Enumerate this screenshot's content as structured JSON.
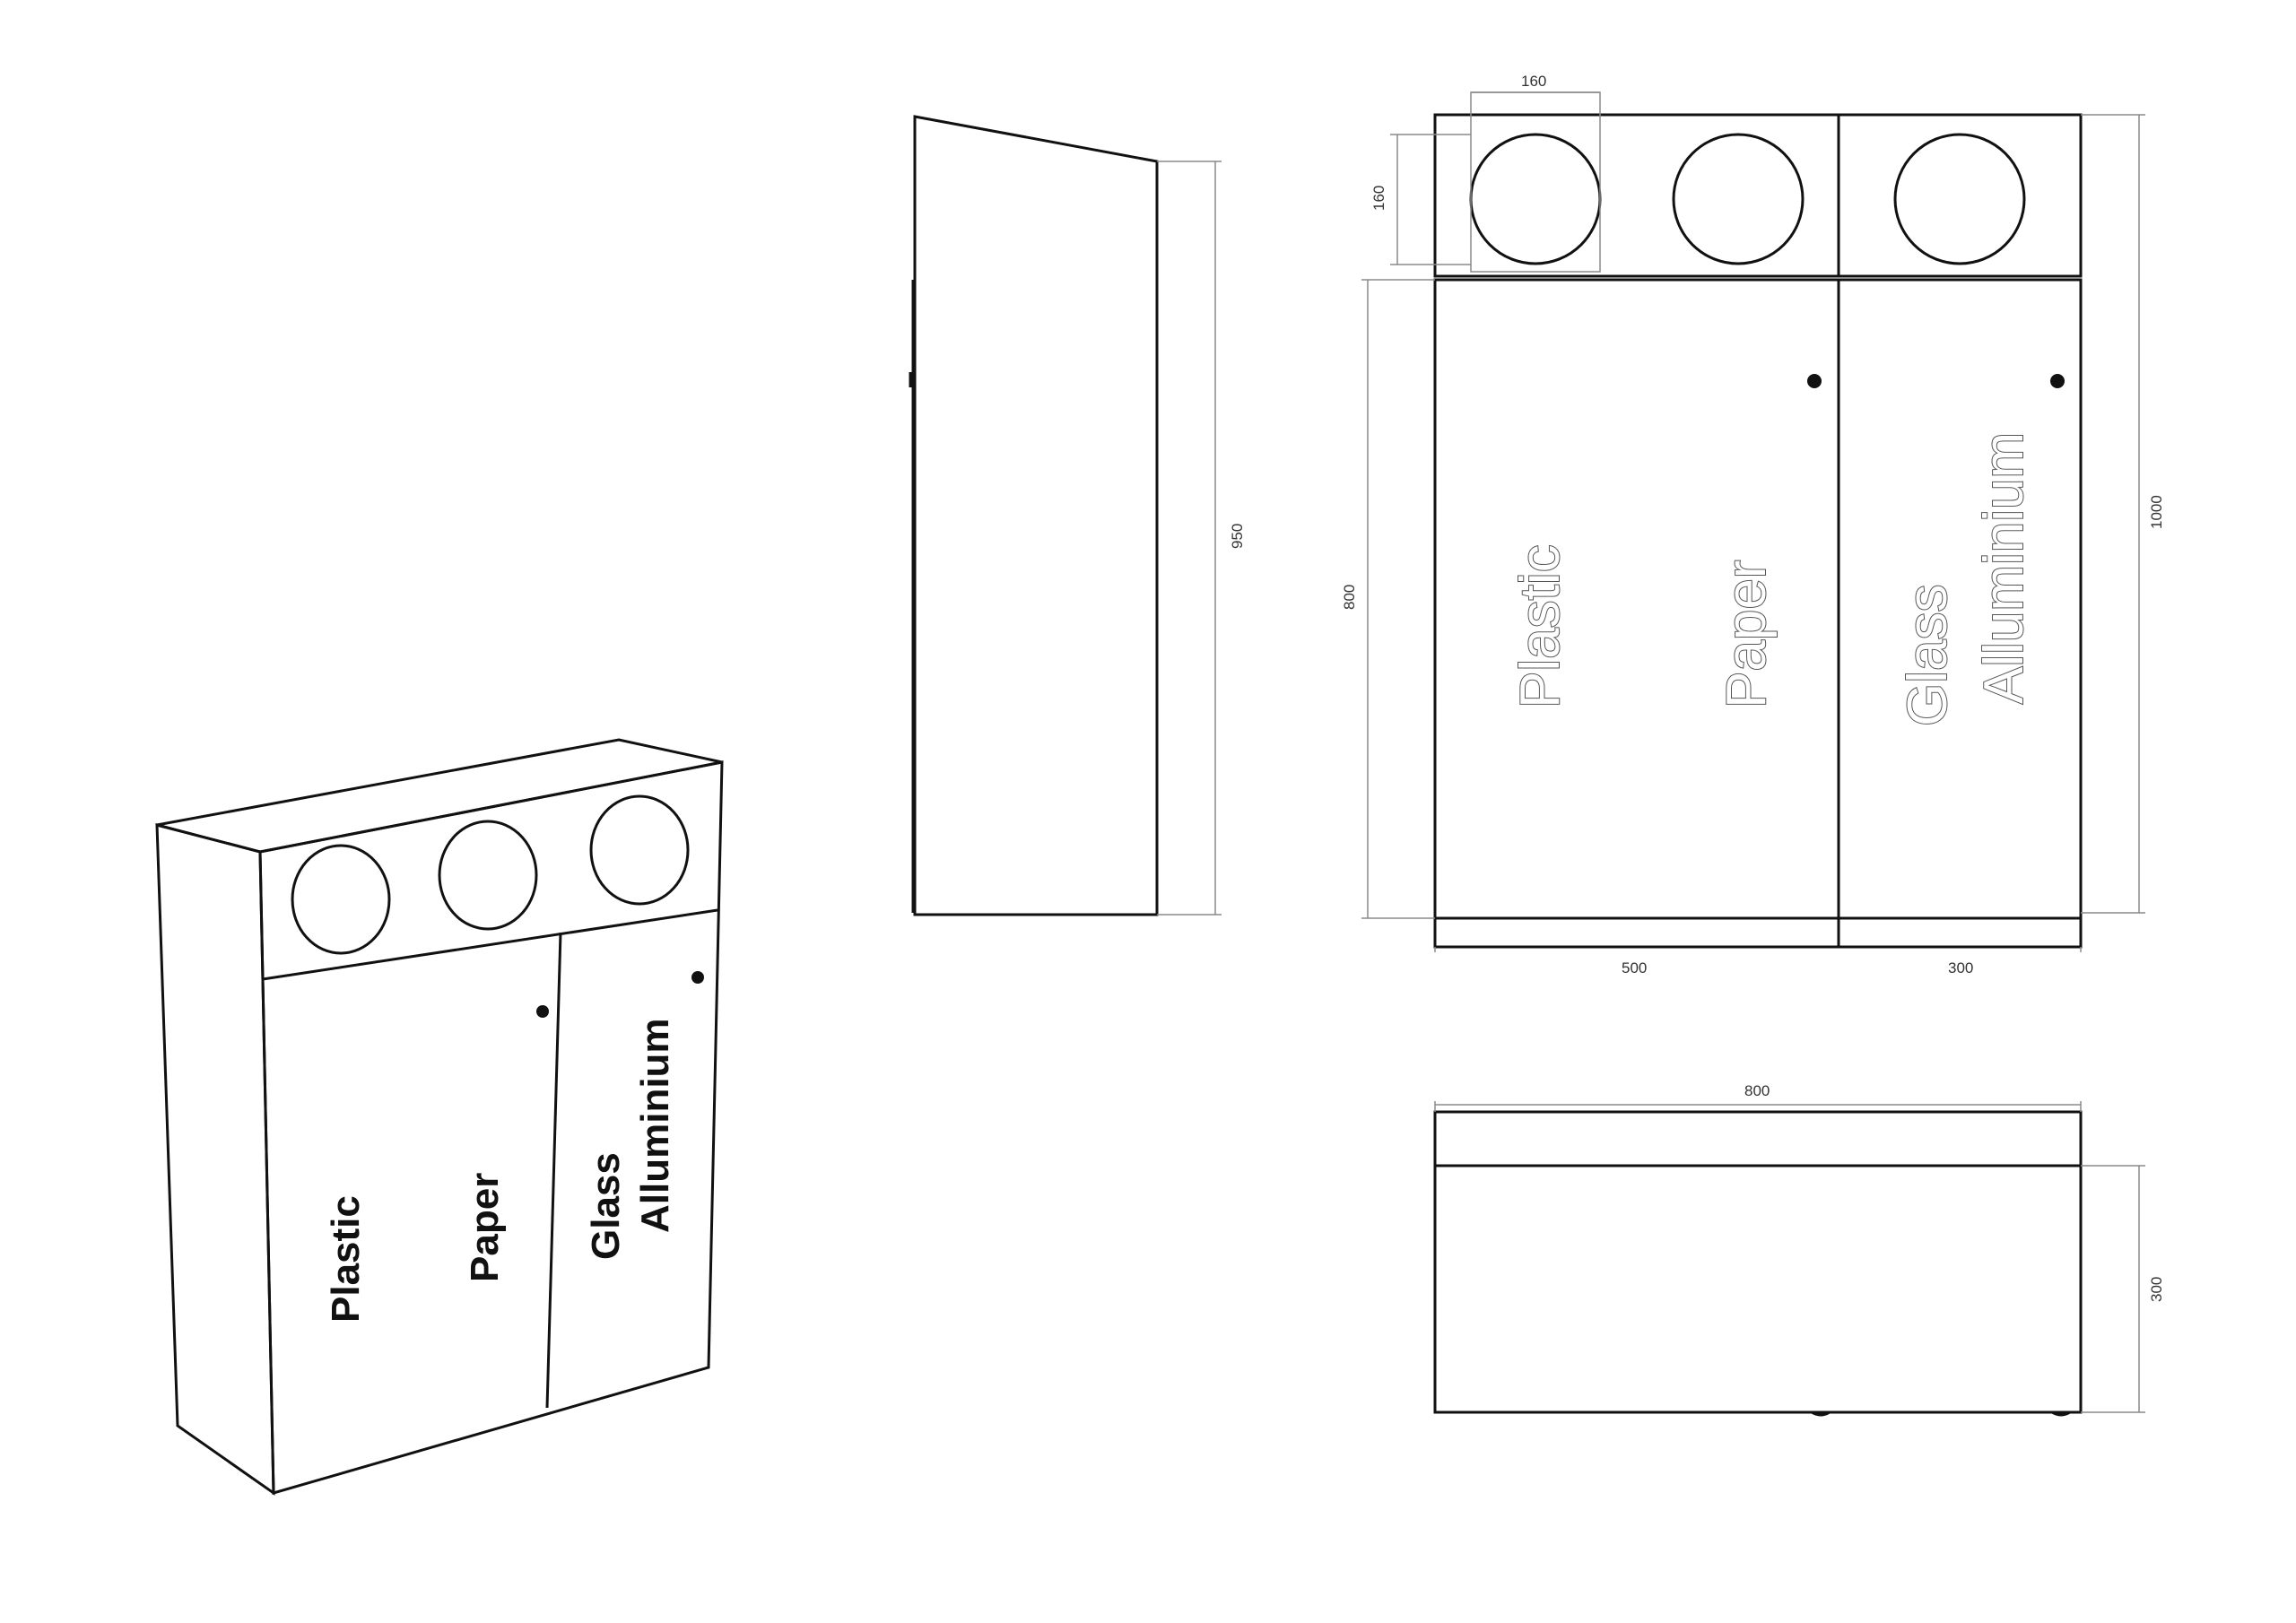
{
  "labels": {
    "plastic": "Plastic",
    "paper": "Paper",
    "glass": "Glass",
    "alluminium": "Alluminium"
  },
  "dimensions": {
    "opening_width": "160",
    "opening_height": "160",
    "side_height": "950",
    "door_height": "800",
    "total_height": "1000",
    "left_door_width": "500",
    "right_door_width": "300",
    "top_width": "800",
    "depth": "300"
  },
  "colors": {
    "line": "#111111",
    "dimension_line": "#8a8a8a",
    "background": "#ffffff"
  }
}
